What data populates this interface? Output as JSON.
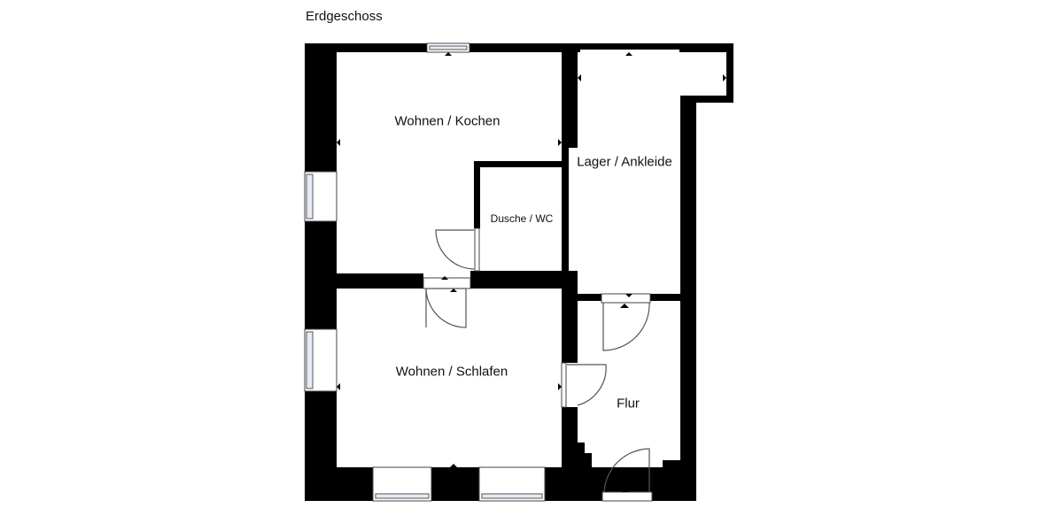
{
  "plan": {
    "title": "Erdgeschoss",
    "rooms": [
      {
        "id": "wohnen-kochen",
        "label": "Wohnen / Kochen"
      },
      {
        "id": "lager-ankleide",
        "label": "Lager / Ankleide"
      },
      {
        "id": "dusche-wc",
        "label": "Dusche / WC"
      },
      {
        "id": "wohnen-schlafen",
        "label": "Wohnen / Schlafen"
      },
      {
        "id": "flur",
        "label": "Flur"
      }
    ],
    "colors": {
      "wall": "#000000",
      "window_glass": "#e6ebf7",
      "background": "#ffffff"
    }
  }
}
